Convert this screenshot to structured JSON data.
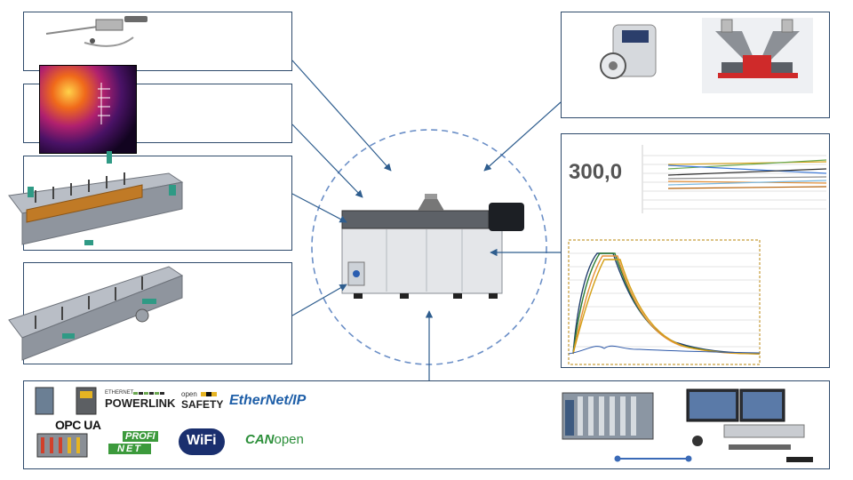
{
  "top_right_chart": {
    "readout_value": "300,0"
  },
  "fieldbus_logos": {
    "opc_ua": "OPC UA",
    "powerlink_small": "ETHERNET",
    "powerlink": "POWERLINK",
    "open_safety_small": "open",
    "open_safety": "SAFETY",
    "ethernet_ip": "EtherNet/IP",
    "profinet_top": "PROFI",
    "profinet_bottom": "NET",
    "wifi": "WiFi",
    "canopen_can": "CAN",
    "canopen_open": "open"
  },
  "colors": {
    "arrow": "#2e5d8e",
    "panel_border": "#2e4a6b",
    "dashed_circle": "#6b8fc7",
    "powerlink_accent": "#6aa84f",
    "ethernet_ip_blue": "#1f5fa8",
    "wifi_navy": "#1a2f6e",
    "profinet_green": "#3c9a3c",
    "canopen_green": "#2c8f3a"
  }
}
